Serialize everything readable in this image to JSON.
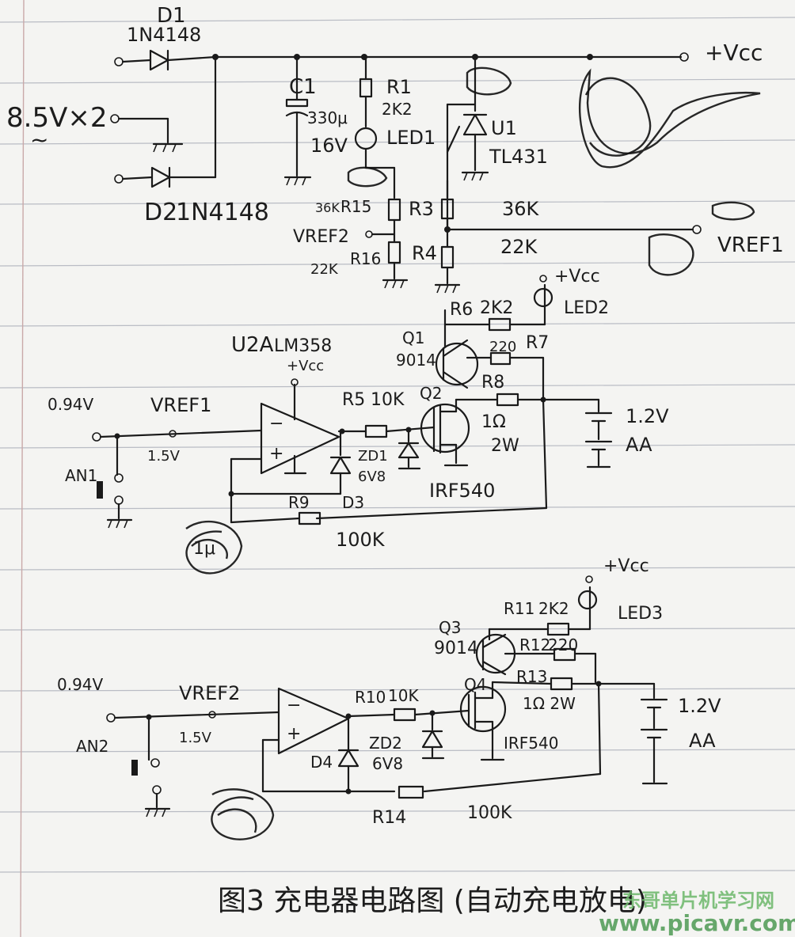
{
  "title": "图3 充电器电路图 (自动充电放电)",
  "labels": {
    "d1": "D1",
    "d1_part": "1N4148",
    "ac_in": "8.5V×2",
    "ac_sym": "~",
    "d2": "D2",
    "d2_part": "1N4148",
    "c1": "C1",
    "c1_val": "330μ",
    "c1_v": "16V",
    "r1": "R1",
    "r1_val": "2K2",
    "led1": "LED1",
    "u1": "U1",
    "u1_part": "TL431",
    "vcc_top": "+Vcc",
    "r3": "R3",
    "r3_val": "36K",
    "r4": "R4",
    "r4_val": "22K",
    "r15": "R15",
    "r15_val": "36K",
    "r16": "R16",
    "r16_val": "22K",
    "vref2_node": "VREF2",
    "vref1_node": "VREF1",
    "vcc_led2": "+Vcc",
    "led2": "LED2",
    "r6": "R6",
    "r6_val": "2K2",
    "q1": "Q1",
    "q1_part": "9014",
    "r7": "R7",
    "r7_val": "220",
    "r8": "R8",
    "r8_val": "1Ω",
    "r8_w": "2W",
    "u2a": "U2A",
    "u2a_part": "LM358",
    "vcc_u2a": "+Vcc",
    "v094_1": "0.94V",
    "vref1_a": "VREF1",
    "vref1_b": "1.5V",
    "an1": "AN1",
    "r5": "R5",
    "r5_val": "10K",
    "q2": "Q2",
    "zd1": "ZD1",
    "zd1_val": "6V8",
    "d3": "D3",
    "q2_part": "IRF540",
    "r9": "R9",
    "r9_val": "100K",
    "bat1": "1.2V",
    "bat1_type": "AA",
    "cap1": "1μ",
    "vcc_led3": "+Vcc",
    "led3": "LED3",
    "r11": "R11",
    "r11_val": "2K2",
    "q3": "Q3",
    "q3_part": "9014",
    "r12": "R12",
    "r12_val": "220",
    "q4": "Q4",
    "r13": "R13",
    "r13_val": "1Ω 2W",
    "v094_2": "0.94V",
    "vref2_a": "VREF2",
    "vref2_b": "1.5V",
    "an2": "AN2",
    "r10": "R10",
    "r10_val": "10K",
    "zd2": "ZD2",
    "zd2_val": "6V8",
    "d4": "D4",
    "q4_part": "IRF540",
    "r14": "R14",
    "r14_val": "100K",
    "bat2": "1.2V",
    "bat2_type": "AA",
    "op_minus": "−",
    "op_plus": "+",
    "watermark_cn": "东哥单片机学习网",
    "watermark_url": "www.picavr.com"
  }
}
